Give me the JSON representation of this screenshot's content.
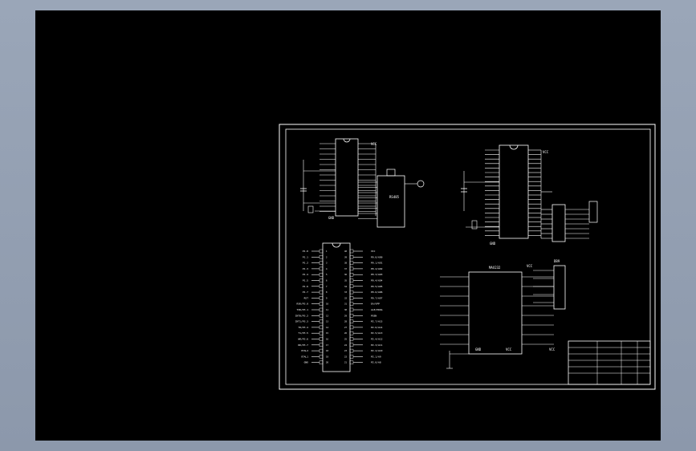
{
  "colors": {
    "background": "#000000",
    "stroke": "#ffffff",
    "frame": "#9aa6b8"
  },
  "chips": {
    "u1": {
      "label": "",
      "vcc": "VCC",
      "gnd": "GND"
    },
    "u2": {
      "label": "RS485"
    },
    "u3": {
      "label": "",
      "vcc": "VCC",
      "gnd": "GND"
    },
    "u4": {
      "label": "",
      "vcc": "VCC",
      "gnd": "GND"
    },
    "u5": {
      "label": "MAX232",
      "vcc": "VCC",
      "gnd": "GND"
    }
  },
  "ports": {
    "left_pins": [
      "P1.0",
      "P1.1",
      "P1.2",
      "P1.3",
      "P1.4",
      "P1.5",
      "P1.6",
      "P1.7",
      "RST",
      "RXD/P3.0",
      "TXD/P3.1",
      "INT0/P3.2",
      "INT1/P3.3",
      "T0/P3.4",
      "T1/P3.5",
      "WR/P3.6",
      "RD/P3.7",
      "XTAL2",
      "XTAL1",
      "GND"
    ],
    "right_pins": [
      "VCC",
      "P0.0/AD0",
      "P0.1/AD1",
      "P0.2/AD2",
      "P0.3/AD3",
      "P0.4/AD4",
      "P0.5/AD5",
      "P0.6/AD6",
      "P0.7/AD7",
      "EA/VPP",
      "ALE/PROG",
      "PSEN",
      "P2.7/A15",
      "P2.6/A14",
      "P2.5/A13",
      "P2.4/A12",
      "P2.3/A11",
      "P2.2/A10",
      "P2.1/A9",
      "P2.0/A8"
    ]
  },
  "connectors": {
    "j1": "",
    "j2": "DB9"
  },
  "title_block": {
    "line1": "",
    "line2": "",
    "line3": ""
  }
}
